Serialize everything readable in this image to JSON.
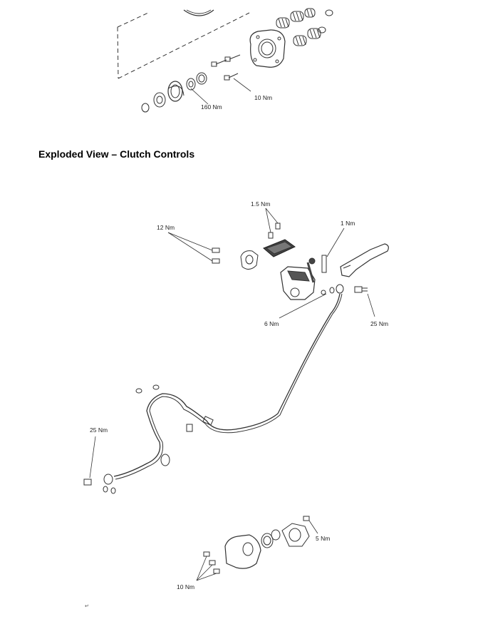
{
  "section": {
    "heading": "Exploded View – Clutch Controls"
  },
  "top_diagram": {
    "torque_labels": [
      "160 Nm",
      "10 Nm"
    ]
  },
  "clutch_diagram": {
    "torque_labels": [
      "1.5 Nm",
      "12 Nm",
      "1 Nm",
      "6 Nm",
      "25 Nm",
      "25 Nm",
      "5 Nm",
      "10 Nm"
    ]
  },
  "footer": {
    "page_mark": "↵"
  }
}
